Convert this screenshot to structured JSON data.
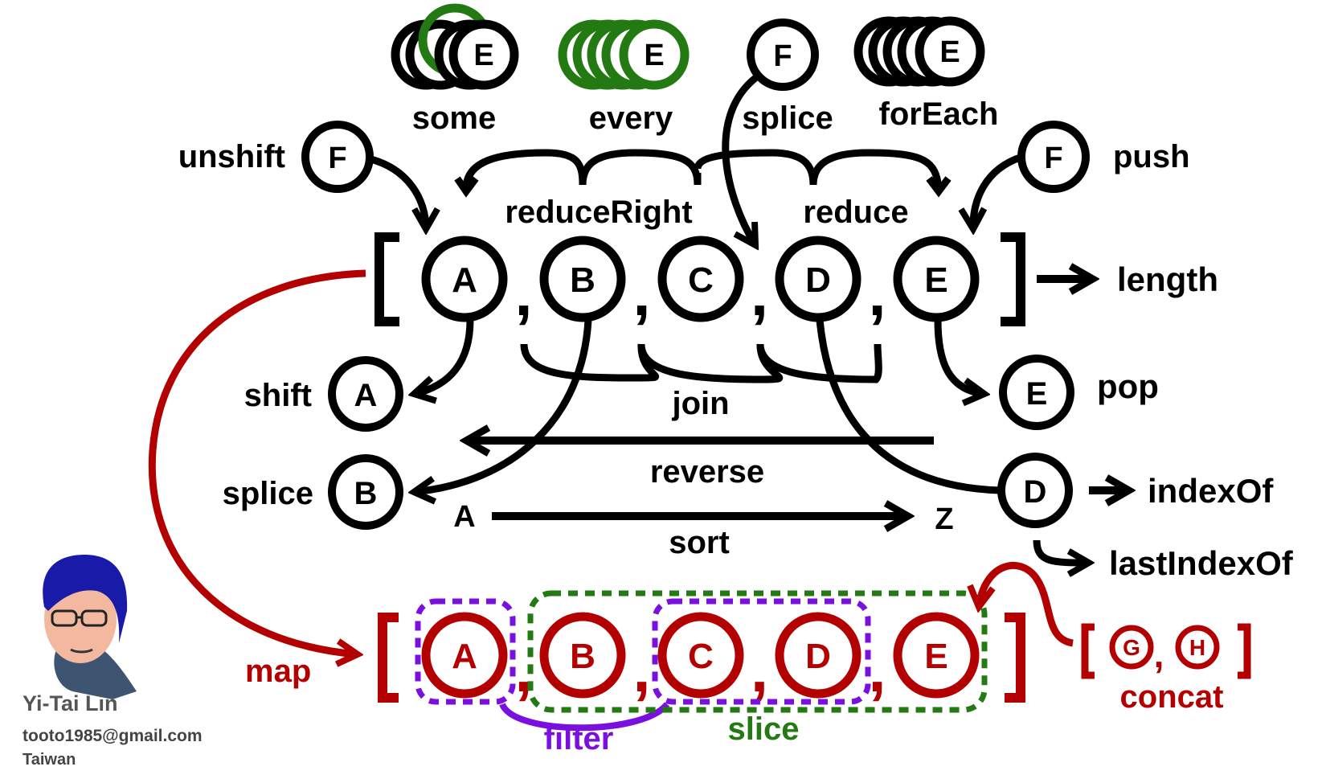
{
  "title": "JavaScript Array Methods",
  "colors": {
    "black": "#000000",
    "green": "#237a12",
    "red": "#b30000",
    "purple": "#7a10e0",
    "gray_text": "#555555"
  },
  "source_array": {
    "elements": [
      "A",
      "B",
      "C",
      "D",
      "E"
    ],
    "open_bracket": "[",
    "close_bracket": "]",
    "separator": ","
  },
  "mapped_array": {
    "elements": [
      "A",
      "B",
      "C",
      "D",
      "E"
    ],
    "open_bracket": "[",
    "close_bracket": "]",
    "separator": ","
  },
  "concat_array": {
    "elements": [
      "G",
      "H"
    ],
    "open_bracket": "[",
    "close_bracket": "]",
    "separator": ","
  },
  "iterators": [
    {
      "method": "some",
      "element": "E",
      "color": "mixed"
    },
    {
      "method": "every",
      "element": "E",
      "color": "green"
    },
    {
      "method": "forEach",
      "element": "E",
      "color": "black"
    }
  ],
  "methods": {
    "some": "some",
    "every": "every",
    "splice_insert": "splice",
    "forEach": "forEach",
    "unshift": "unshift",
    "push": "push",
    "reduceRight": "reduceRight",
    "reduce": "reduce",
    "length": "length",
    "shift": "shift",
    "pop": "pop",
    "join": "join",
    "reverse": "reverse",
    "splice_remove": "splice",
    "sort": "sort",
    "indexOf": "indexOf",
    "lastIndexOf": "lastIndexOf",
    "map": "map",
    "filter": "filter",
    "slice": "slice",
    "concat": "concat"
  },
  "nodes": {
    "unshift_value": "F",
    "splice_insert_value": "F",
    "push_value": "F",
    "shift_value": "A",
    "pop_value": "E",
    "splice_remove_value": "B",
    "indexOf_value": "D"
  },
  "sort_range": {
    "from": "A",
    "to": "Z"
  },
  "author": {
    "name": "Yi-Tai Lin",
    "email": "tooto1985@gmail.com",
    "country": "Taiwan"
  }
}
